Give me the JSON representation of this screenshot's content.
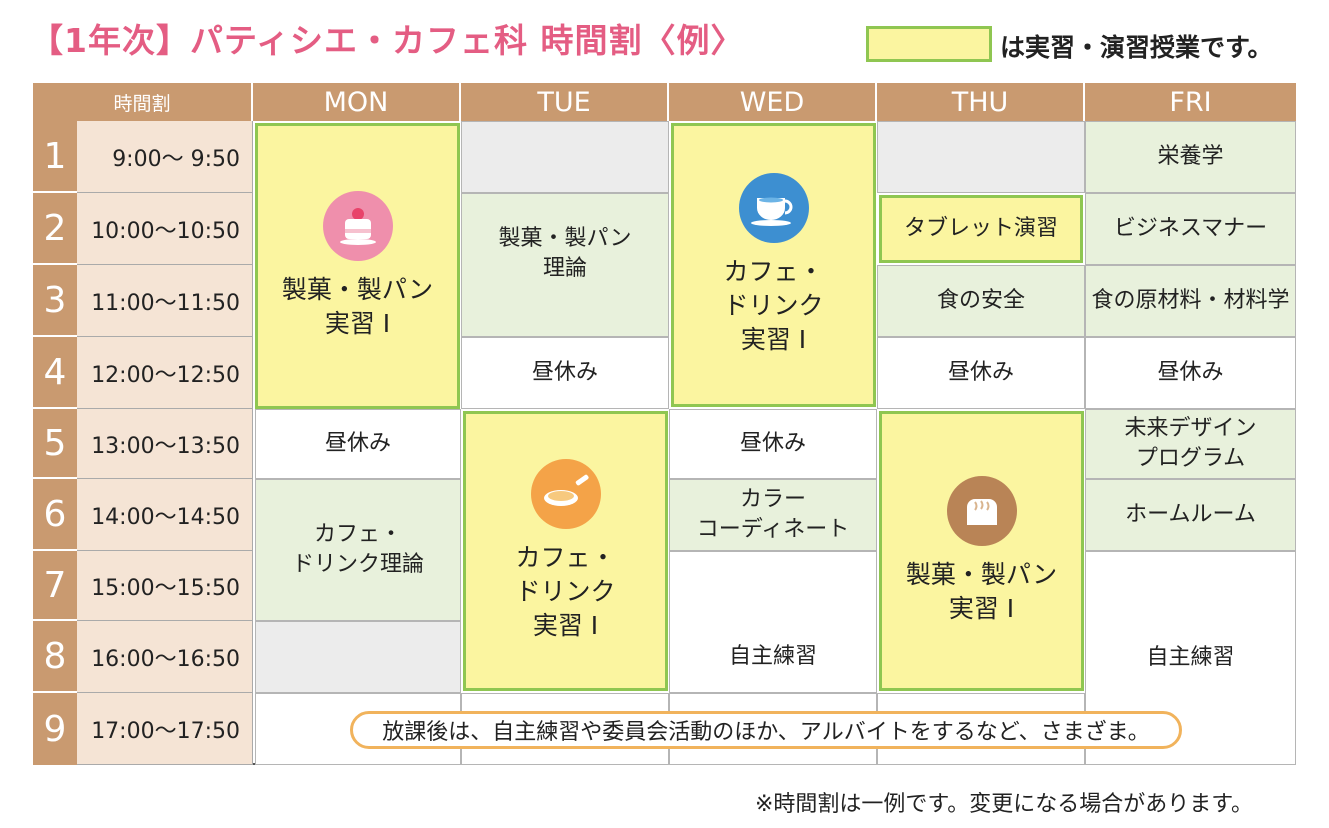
{
  "title": "【1年次】パティシエ・カフェ科 時間割〈例〉",
  "legend": "は実習・演習授業です。",
  "header": {
    "time": "時間割",
    "days": [
      "MON",
      "TUE",
      "WED",
      "THU",
      "FRI"
    ]
  },
  "periods": [
    {
      "num": "1",
      "time": "9:00～ 9:50"
    },
    {
      "num": "2",
      "time": "10:00～10:50"
    },
    {
      "num": "3",
      "time": "11:00～11:50"
    },
    {
      "num": "4",
      "time": "12:00～12:50"
    },
    {
      "num": "5",
      "time": "13:00～13:50"
    },
    {
      "num": "6",
      "time": "14:00～14:50"
    },
    {
      "num": "7",
      "time": "15:00～15:50"
    },
    {
      "num": "8",
      "time": "16:00～16:50"
    },
    {
      "num": "9",
      "time": "17:00～17:50"
    }
  ],
  "mon": {
    "practical": "製菓・製パン\n実習 Ⅰ",
    "lunch": "昼休み",
    "theory": "カフェ・\nドリンク理論"
  },
  "tue": {
    "theory": "製菓・製パン\n理論",
    "lunch": "昼休み",
    "practical": "カフェ・\nドリンク\n実習 Ⅰ"
  },
  "wed": {
    "practical": "カフェ・\nドリンク\n実習 Ⅰ",
    "lunch": "昼休み",
    "color": "カラー\nコーディネート",
    "self": "自主練習"
  },
  "thu": {
    "tablet": "タブレット演習",
    "safety": "食の安全",
    "lunch": "昼休み",
    "practical": "製菓・製パン\n実習 Ⅰ"
  },
  "fri": {
    "nutrition": "栄養学",
    "manners": "ビジネスマナー",
    "materials": "食の原材料・材料学",
    "lunch": "昼休み",
    "future": "未来デザイン\nプログラム",
    "homeroom": "ホームルーム",
    "self": "自主練習"
  },
  "note": "放課後は、自主練習や委員会活動のほか、アルバイトをするなど、さまざま。",
  "footer": "※時間割は一例です。変更になる場合があります。",
  "icons": [
    "cake-icon",
    "coffee-cup-icon",
    "frying-pan-icon",
    "bread-icon"
  ]
}
